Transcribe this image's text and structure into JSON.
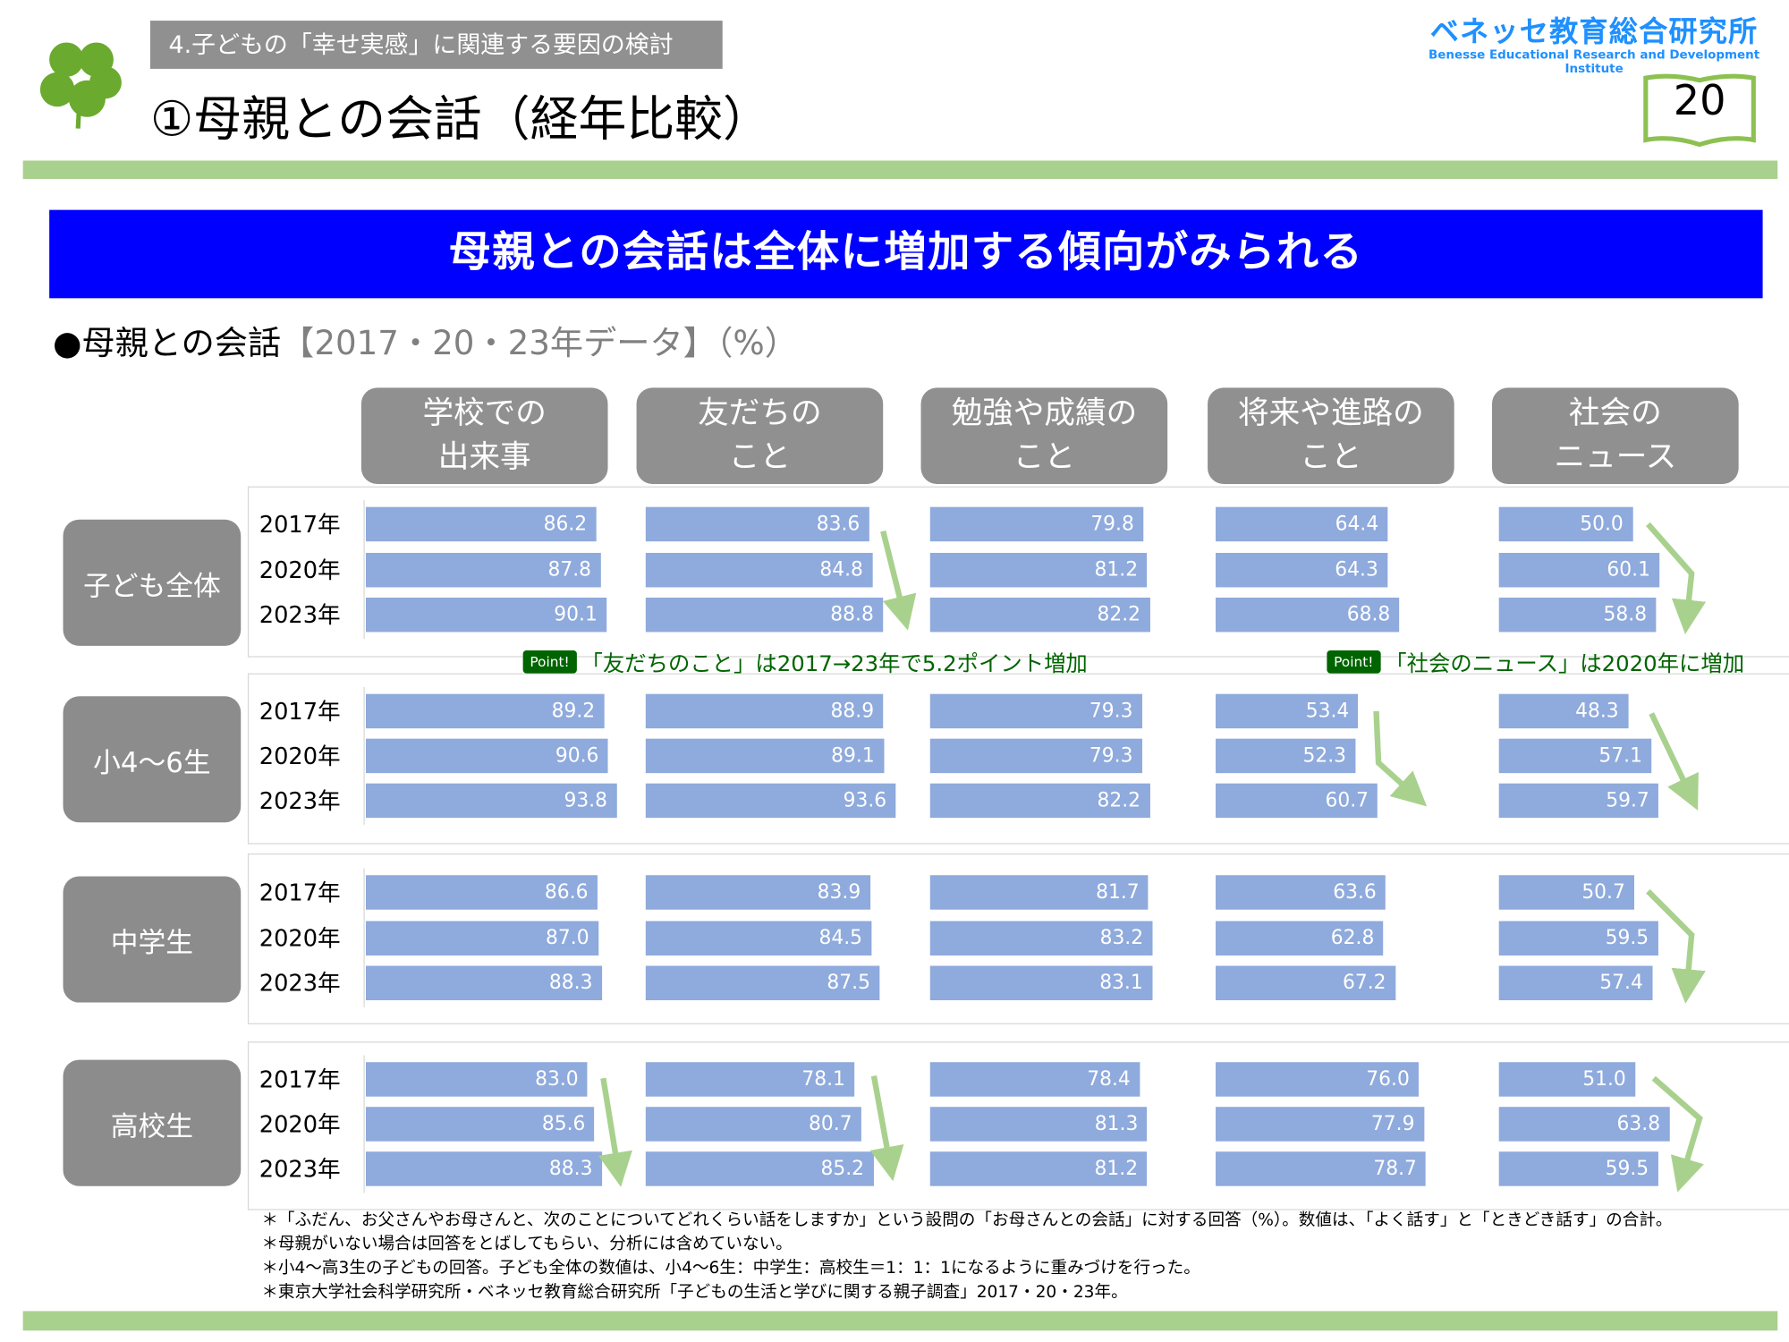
{
  "header": {
    "section_tag": "4.子どもの「幸せ実感」に関連する要因の検討",
    "title": "①母親との会話（経年比較）",
    "brand_jp": "ベネッセ教育総合研究所",
    "brand_en": "Benesse Educational Research and Development Institute",
    "page_number": "20"
  },
  "banner": "母親との会話は全体に増加する傾向がみられる",
  "subtitle": {
    "main": "●母親との会話",
    "sub": "【2017・20・23年データ】（%）"
  },
  "colors": {
    "bar": "#8faadc",
    "banner": "#0000ff",
    "accent_green": "#a9d18e",
    "point_green": "#006400"
  },
  "chart_data": {
    "type": "bar",
    "title": "母親との会話【2017・20・23年データ】（%）",
    "unit": "%",
    "years": [
      "2017年",
      "2020年",
      "2023年"
    ],
    "categories": [
      "学校での\n出来事",
      "友だちの\nこと",
      "勉強や成績の\nこと",
      "将来や進路の\nこと",
      "社会の\nニュース"
    ],
    "groups": [
      {
        "name": "子ども全体",
        "values": [
          [
            86.2,
            87.8,
            90.1
          ],
          [
            83.6,
            84.8,
            88.8
          ],
          [
            79.8,
            81.2,
            82.2
          ],
          [
            64.4,
            64.3,
            68.8
          ],
          [
            50.0,
            60.1,
            58.8
          ]
        ]
      },
      {
        "name": "小4～6生",
        "values": [
          [
            89.2,
            90.6,
            93.8
          ],
          [
            88.9,
            89.1,
            93.6
          ],
          [
            79.3,
            79.3,
            82.2
          ],
          [
            53.4,
            52.3,
            60.7
          ],
          [
            48.3,
            57.1,
            59.7
          ]
        ]
      },
      {
        "name": "中学生",
        "values": [
          [
            86.6,
            87.0,
            88.3
          ],
          [
            83.9,
            84.5,
            87.5
          ],
          [
            81.7,
            83.2,
            83.1
          ],
          [
            63.6,
            62.8,
            67.2
          ],
          [
            50.7,
            59.5,
            57.4
          ]
        ]
      },
      {
        "name": "高校生",
        "values": [
          [
            83.0,
            85.6,
            88.3
          ],
          [
            78.1,
            80.7,
            85.2
          ],
          [
            78.4,
            81.3,
            81.2
          ],
          [
            76.0,
            77.9,
            78.7
          ],
          [
            51.0,
            63.8,
            59.5
          ]
        ]
      }
    ]
  },
  "points": [
    {
      "badge": "Point!",
      "text": "「友だちのこと」は2017→23年で5.2ポイント増加"
    },
    {
      "badge": "Point!",
      "text": "「社会のニュース」は2020年に増加"
    }
  ],
  "footnotes": [
    "＊「ふだん、お父さんやお母さんと、次のことについてどれくらい話をしますか」という設問の「お母さんとの会話」に対する回答（%）。数値は、「よく話す」と「ときどき話す」の合計。",
    "＊母親がいない場合は回答をとばしてもらい、分析には含めていない。",
    "＊小4～高3生の子どもの回答。子ども全体の数値は、小4～6生：中学生：高校生＝1：1：1になるように重みづけを行った。",
    "＊東京大学社会科学研究所・ベネッセ教育総合研究所「子どもの生活と学びに関する親子調査」2017・20・23年。"
  ]
}
